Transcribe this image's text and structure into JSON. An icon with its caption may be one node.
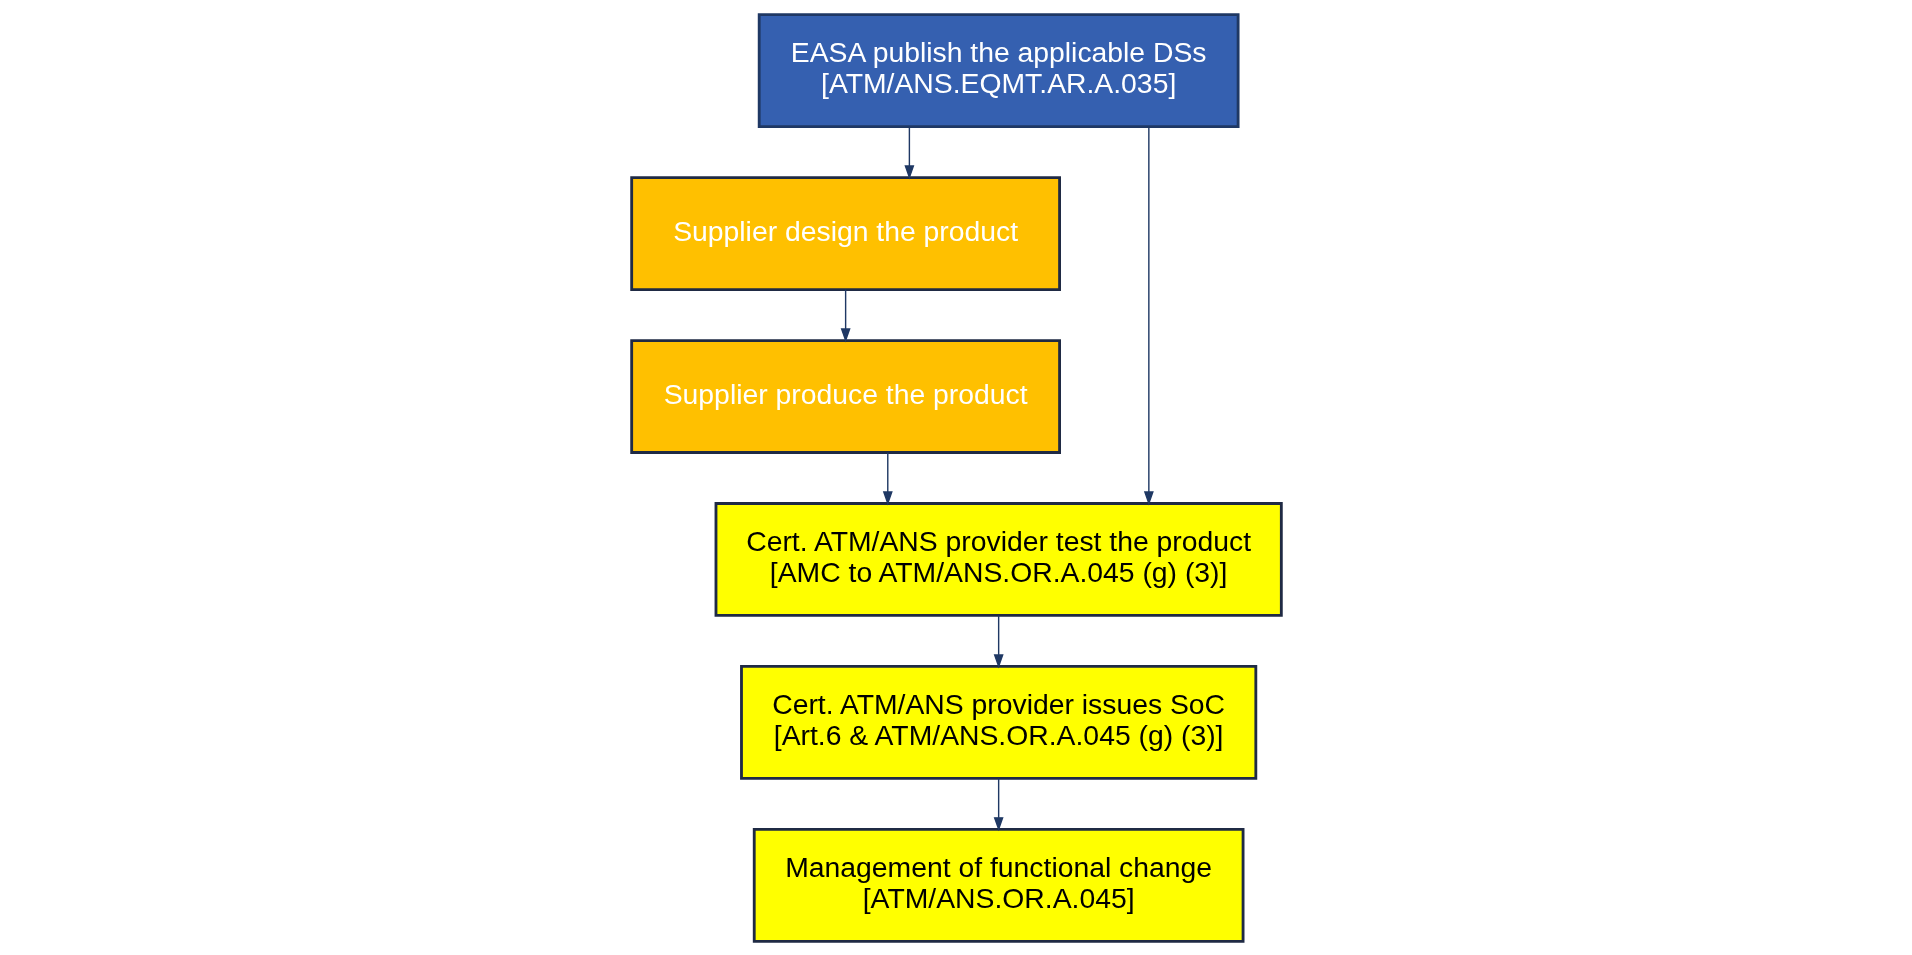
{
  "diagram": {
    "nodes": [
      {
        "text": [
          "EASA publish the applicable DSs",
          "[ATM/ANS.EQMT.AR.A.035]"
        ]
      },
      {
        "text": [
          "Supplier design the product"
        ]
      },
      {
        "text": [
          "Supplier produce the product"
        ]
      },
      {
        "text": [
          "Cert. ATM/ANS provider test the product",
          "[AMC to ATM/ANS.OR.A.045 (g) (3)]"
        ]
      },
      {
        "text": [
          "Cert. ATM/ANS provider issues SoC",
          "[Art.6 & ATM/ANS.OR.A.045 (g) (3)]"
        ]
      },
      {
        "text": [
          "Management of functional change",
          "[ATM/ANS.OR.A.045]"
        ]
      }
    ],
    "edges": [
      {
        "from": 0,
        "to": 1,
        "arrow": "to"
      },
      {
        "from": 0,
        "to": 3,
        "arrow": "to"
      },
      {
        "from": 1,
        "to": 2,
        "arrow": "to"
      },
      {
        "from": 2,
        "to": 3,
        "arrow": "to"
      },
      {
        "from": 3,
        "to": 4,
        "arrow": "to"
      },
      {
        "from": 4,
        "to": 5,
        "arrow": "to"
      }
    ]
  }
}
